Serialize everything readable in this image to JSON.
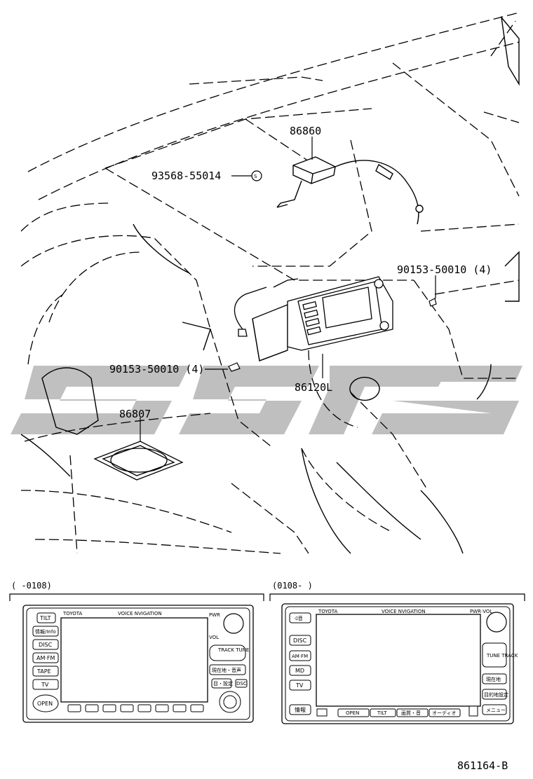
{
  "callouts": {
    "antenna": "86860",
    "clip": "93568-55014",
    "clip_symbol": "S",
    "screw_right": "90153-50010 (4)",
    "screw_left": "90153-50010 (4)",
    "navigation_unit": "86120L",
    "plate": "86807"
  },
  "panel_early": {
    "range": "(      -0108)",
    "brand": "TOYOTA",
    "title": "VOICE NVIGATION",
    "pwr": "PWR",
    "vol": "VOL",
    "buttons_left": [
      "TILT",
      "情報/Info",
      "DISC",
      "AM·FM",
      "TAPE",
      "TV"
    ],
    "open": "OPEN",
    "track_tune": "TRACK TUNE",
    "btn_a": "現在地・音声",
    "btn_b": "目・設定",
    "badge": "DSC"
  },
  "panel_late": {
    "range": "(0108-        )",
    "brand": "TOYOTA",
    "title": "VOICE NVIGATION",
    "pwr_vol": "PWR·VOL",
    "buttons_left": [
      "·ﾛ音",
      "DISC",
      "AM·FM",
      "MD",
      "TV"
    ],
    "buttons_bottom": [
      "OPEN",
      "TILT",
      "画質・音",
      "オーディオ"
    ],
    "info": "情報",
    "tune_track": "TUNE TRACK",
    "btn_right": [
      "現在地",
      "目的地設定",
      "メニュー"
    ]
  },
  "figure_number": "861164-B",
  "watermark": {
    "color": "#b5b5b5"
  }
}
